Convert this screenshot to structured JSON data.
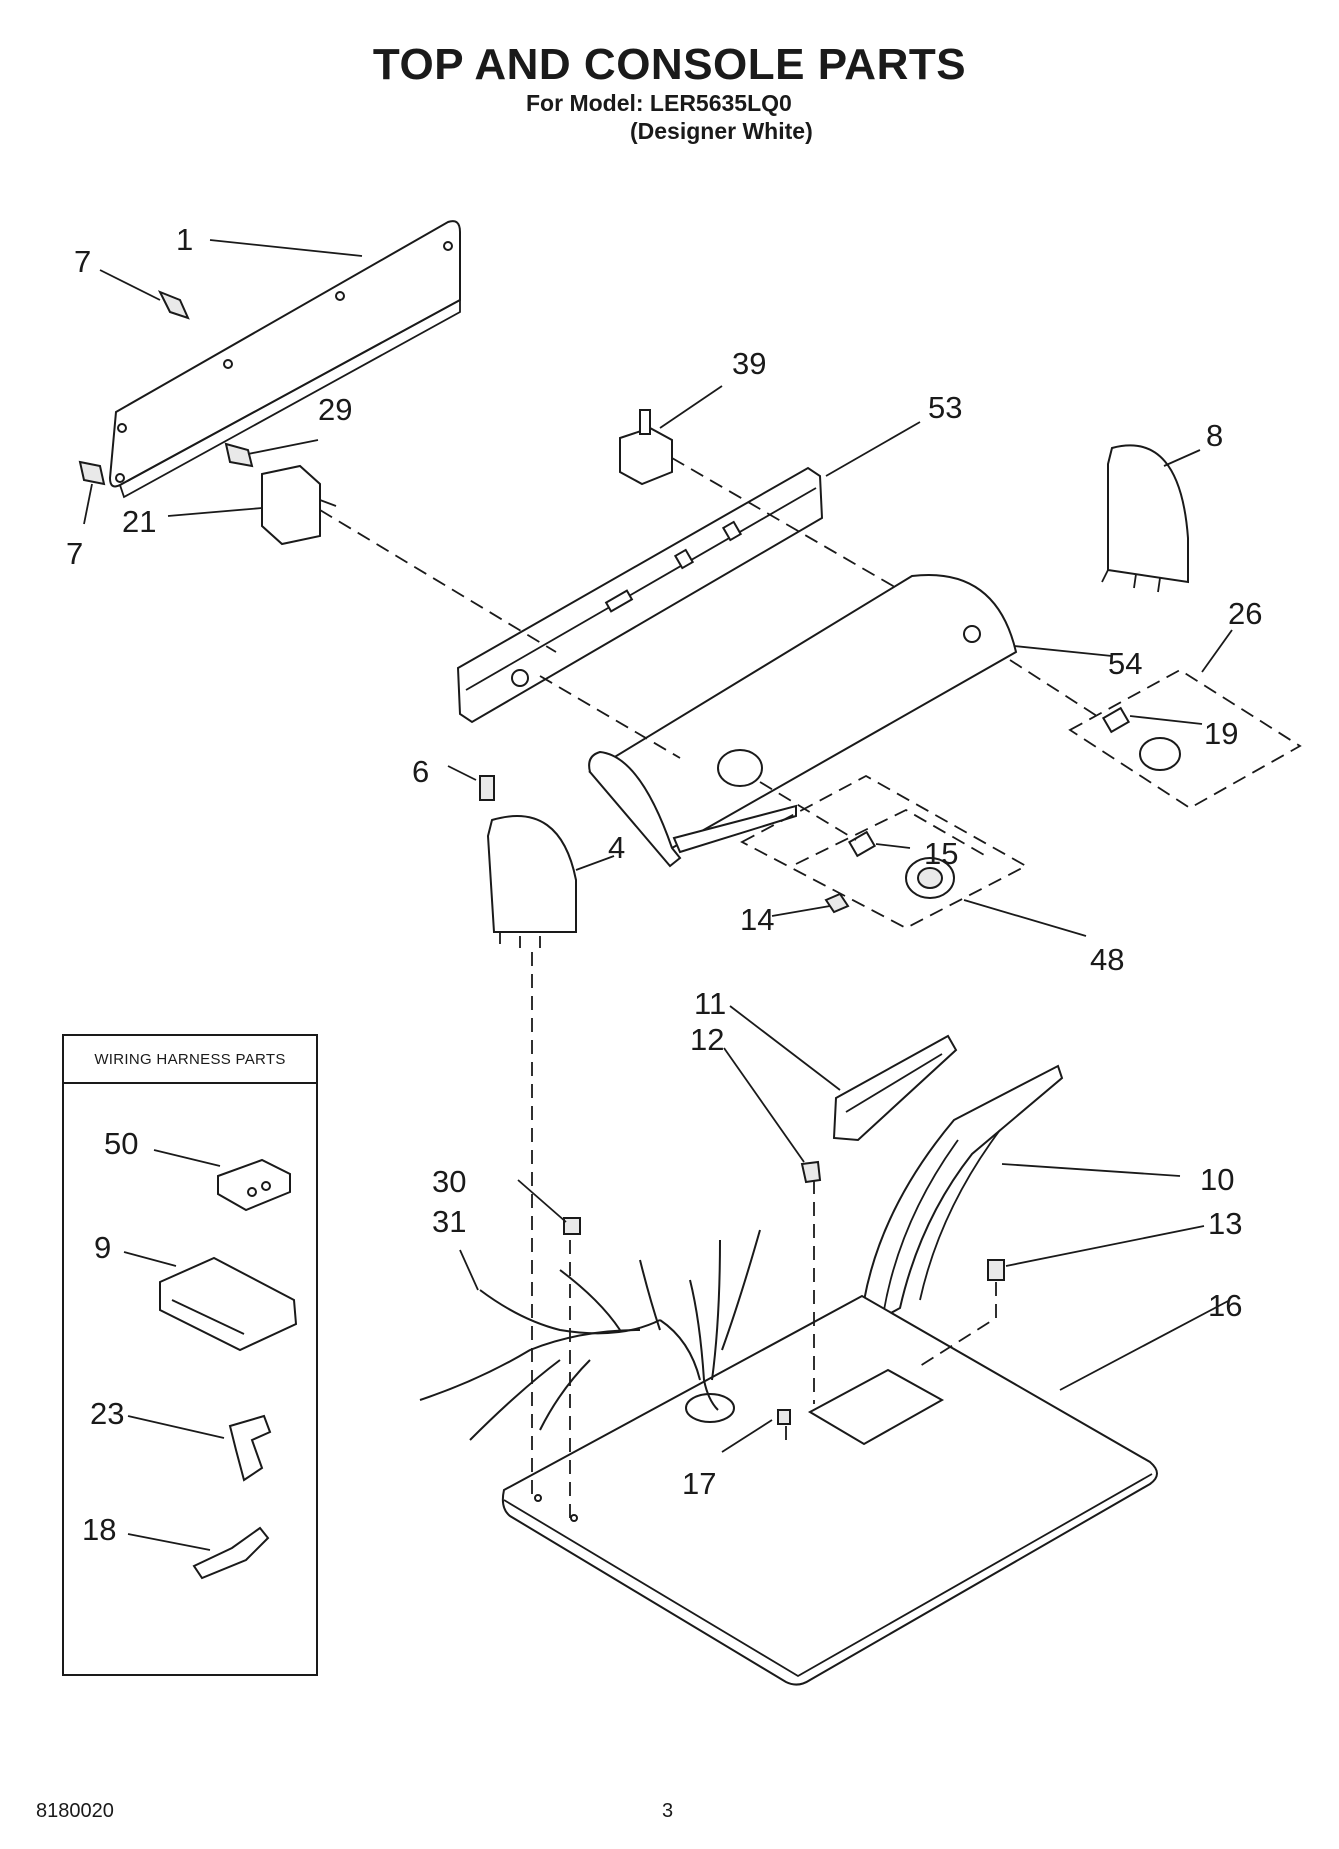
{
  "header": {
    "title": "TOP AND CONSOLE PARTS",
    "model_line": "For Model: LER5635LQ0",
    "color_line": "(Designer White)"
  },
  "inset": {
    "heading": "WIRING HARNESS PARTS"
  },
  "callouts": {
    "c1": "1",
    "c7a": "7",
    "c29": "29",
    "c7b": "7",
    "c21": "21",
    "c39": "39",
    "c53": "53",
    "c8": "8",
    "c26": "26",
    "c54": "54",
    "c19": "19",
    "c6": "6",
    "c4": "4",
    "c15": "15",
    "c14": "14",
    "c48": "48",
    "c11": "11",
    "c12": "12",
    "c10": "10",
    "c13": "13",
    "c16": "16",
    "c30": "30",
    "c31": "31",
    "c17": "17",
    "c50": "50",
    "c9": "9",
    "c23": "23",
    "c18": "18"
  },
  "footer": {
    "doc_number": "8180020",
    "page_number": "3"
  }
}
